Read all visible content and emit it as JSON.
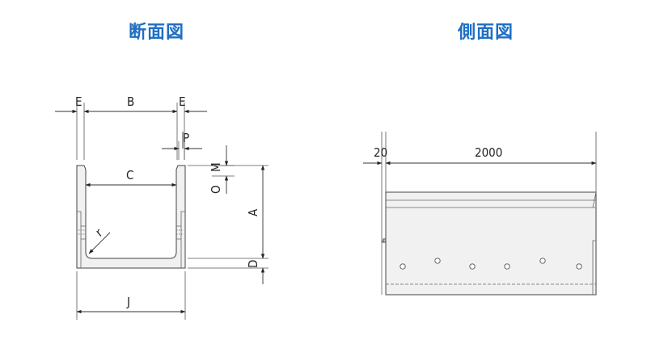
{
  "titles": {
    "section_view": "断面図",
    "side_view": "側面図"
  },
  "section_labels": {
    "E_left": "E",
    "B": "B",
    "E_right": "E",
    "P": "P",
    "C": "C",
    "M": "M",
    "O": "O",
    "A": "A",
    "r": "r",
    "D": "D",
    "J": "J"
  },
  "side_labels": {
    "edge": "20",
    "length": "2000"
  },
  "colors": {
    "title": "#1f6fc2",
    "line": "#444444",
    "body_fill": "#f1f1f1"
  }
}
